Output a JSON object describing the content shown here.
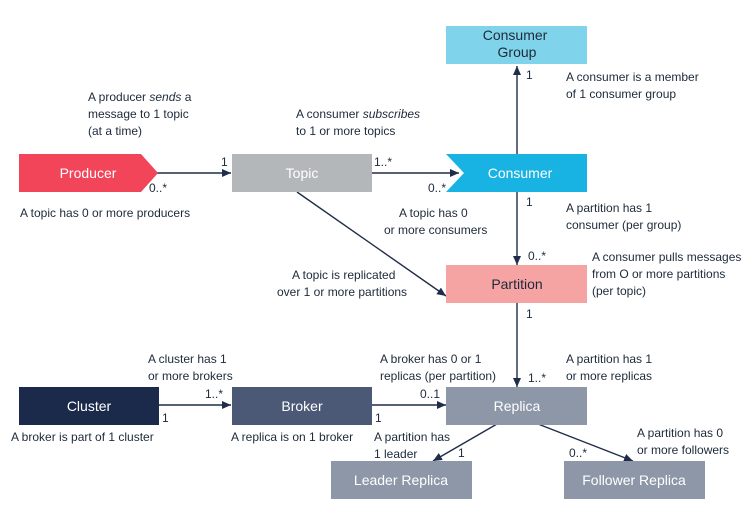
{
  "boxes": {
    "consumer_group": [
      "Consumer",
      "Group"
    ],
    "producer": "Producer",
    "topic": "Topic",
    "consumer": "Consumer",
    "partition": "Partition",
    "cluster": "Cluster",
    "broker": "Broker",
    "replica": "Replica",
    "leader_replica": "Leader Replica",
    "follower_replica": "Follower Replica"
  },
  "multiplicities": {
    "cg_consumer": "1",
    "producer_topic_src": "0..*",
    "producer_topic_dst": "1",
    "topic_consumer_src": "1..*",
    "topic_consumer_dst": "0..*",
    "consumer_partition_src": "1",
    "consumer_partition_dst": "0..*",
    "partition_replica_src": "1",
    "partition_replica_dst": "1..*",
    "cluster_broker_src": "1",
    "cluster_broker_dst": "1..*",
    "broker_replica_src": "1",
    "broker_replica_dst": "0..1",
    "replica_leader": "1",
    "replica_follower": "0..*"
  },
  "notes": {
    "producer_sends": {
      "line1_pre": "A producer ",
      "line1_em": "sends",
      "line1_post": " a",
      "line2": "message to 1 topic",
      "line3": "(at a time)"
    },
    "consumer_subscribes": {
      "line1_pre": "A consumer ",
      "line1_em": "subscribes",
      "line2": "to 1 or more topics"
    },
    "consumer_member": [
      "A consumer is a member",
      "of 1 consumer group"
    ],
    "topic_producers": [
      "A topic has 0 or more producers"
    ],
    "topic_consumers": [
      "A topic has 0",
      "or more consumers"
    ],
    "partition_consumer": [
      "A partition has 1",
      "consumer (per group)"
    ],
    "consumer_pulls": [
      "A consumer pulls messages",
      "from O or more partitions",
      "(per topic)"
    ],
    "topic_replicated": [
      "A topic is replicated",
      "over 1 or more partitions"
    ],
    "cluster_brokers": [
      "A cluster has  1",
      "or more brokers"
    ],
    "broker_replicas": [
      "A broker has  0 or 1",
      "replicas (per partition)"
    ],
    "partition_replicas": [
      "A partition has  1",
      "or more replicas"
    ],
    "broker_cluster": [
      "A broker is part of 1 cluster"
    ],
    "replica_broker": [
      "A replica is on 1 broker"
    ],
    "partition_leader": [
      "A partition has",
      "1 leader"
    ],
    "partition_followers": [
      "A partition has 0",
      "or more followers"
    ]
  },
  "colors": {
    "consumer_group": "#7fd3ea",
    "producer": "#f2455a",
    "topic": "#b4b7ba",
    "consumer": "#18b2e3",
    "partition": "#f5a3a3",
    "cluster": "#1b2a4a",
    "broker": "#4b5876",
    "replica": "#8d97a8",
    "leader_replica": "#8d97a8",
    "follower_replica": "#8d97a8",
    "edge": "#1f2d4a"
  }
}
